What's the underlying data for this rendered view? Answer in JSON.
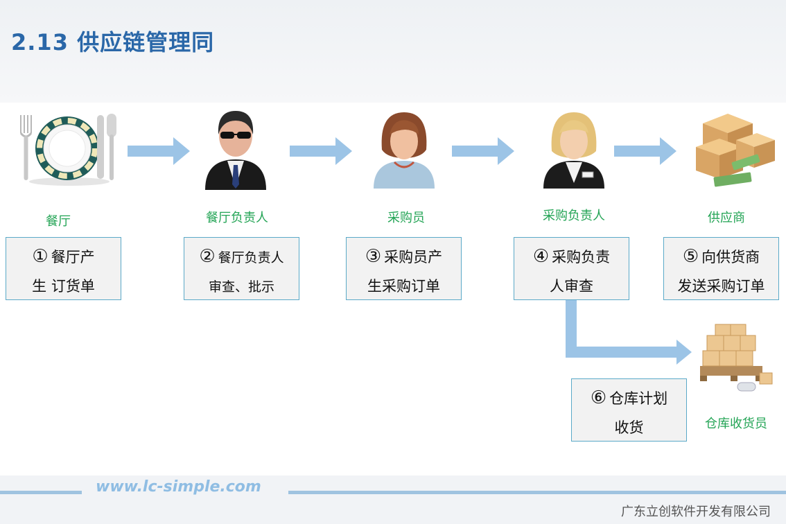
{
  "title": "2.13 供应链管理同",
  "nodes": [
    {
      "label": "餐厅",
      "icon": "tableware-icon"
    },
    {
      "label": "餐厅负责人",
      "icon": "manager-icon"
    },
    {
      "label": "采购员",
      "icon": "purchaser-icon"
    },
    {
      "label": "采购负责人",
      "icon": "purchasing-manager-icon"
    },
    {
      "label": "供应商",
      "icon": "boxes-cash-icon"
    },
    {
      "label": "仓库收货员",
      "icon": "pallet-boxes-icon"
    }
  ],
  "steps": [
    {
      "num": "①",
      "line1": "餐厅产",
      "line2": "生 订货单"
    },
    {
      "num": "②",
      "line1": "餐厅负责人",
      "line2": "审查、批示"
    },
    {
      "num": "③",
      "line1": "采购员产",
      "line2": "生采购订单"
    },
    {
      "num": "④",
      "line1": "采购负责",
      "line2": "人审查"
    },
    {
      "num": "⑤",
      "line1": "向供货商",
      "line2": "发送采购订单"
    },
    {
      "num": "⑥",
      "line1": "仓库计划",
      "line2": "收货"
    }
  ],
  "footer": {
    "url": "www.lc-simple.com",
    "company": "广东立创软件开发有限公司"
  },
  "colors": {
    "title": "#2a67a8",
    "label_green": "#23a455",
    "arrow": "#9cc4e6",
    "box_border": "#5aa9c8",
    "box_fill": "#f2f2f2"
  }
}
